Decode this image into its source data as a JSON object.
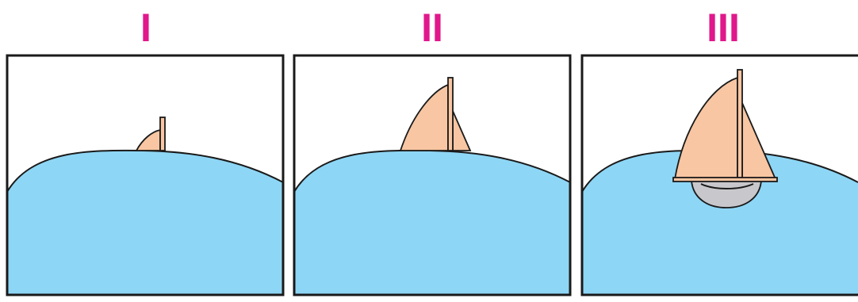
{
  "panels": [
    {
      "label": "I"
    },
    {
      "label": "II"
    },
    {
      "label": "III"
    }
  ],
  "colors": {
    "label": "#e0188c",
    "sea": "#8ed6f5",
    "sail": "#f8c6a2",
    "hull": "#c8c8cc",
    "outline": "#1a1a1a",
    "background": "#ffffff"
  }
}
